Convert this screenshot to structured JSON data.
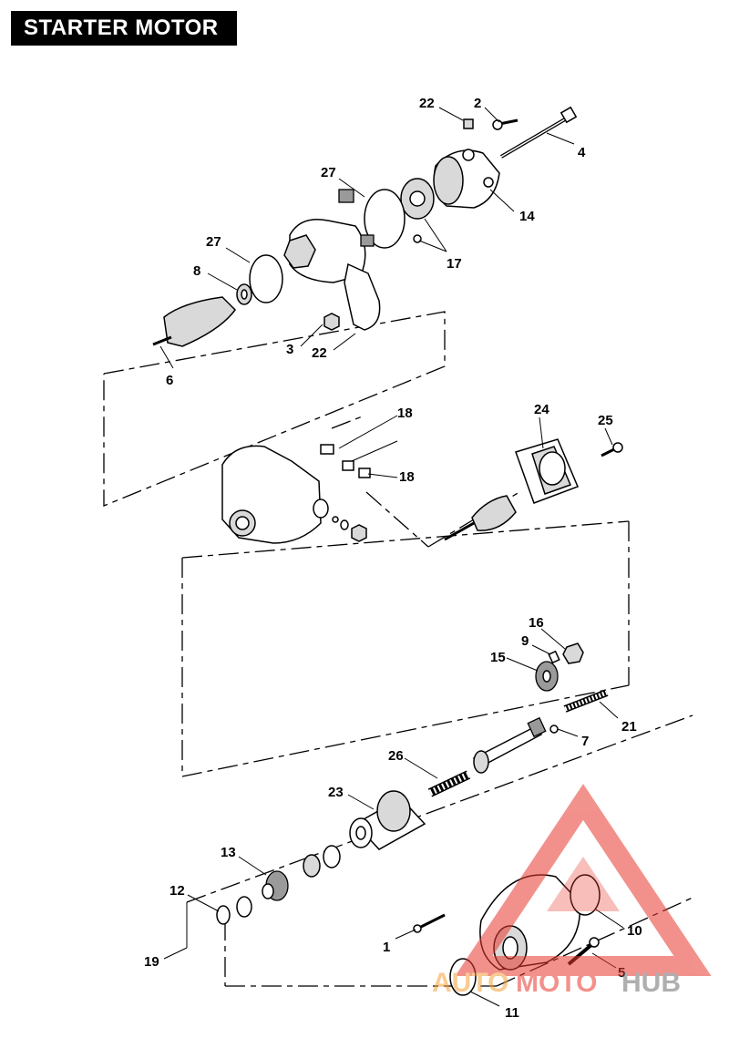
{
  "title": "STARTER MOTOR",
  "callouts": {
    "c22a": "22",
    "c2": "2",
    "c4": "4",
    "c27a": "27",
    "c14": "14",
    "c27b": "27",
    "c17": "17",
    "c8": "8",
    "c3": "3",
    "c22b": "22",
    "c6": "6",
    "c18a": "18",
    "c24": "24",
    "c25": "25",
    "c18b": "18",
    "c16": "16",
    "c9": "9",
    "c15": "15",
    "c7": "7",
    "c21": "21",
    "c26": "26",
    "c23": "23",
    "c13": "13",
    "c12": "12",
    "c19": "19",
    "c1": "1",
    "c10": "10",
    "c5": "5",
    "c11": "11"
  },
  "watermark": {
    "part1": "AUTO",
    "part2": "MOTO",
    "part3": "HUB"
  },
  "colors": {
    "watermark_red": "#e8392f",
    "watermark_orange": "#f4a23a",
    "watermark_gray": "#6e6e6e"
  }
}
